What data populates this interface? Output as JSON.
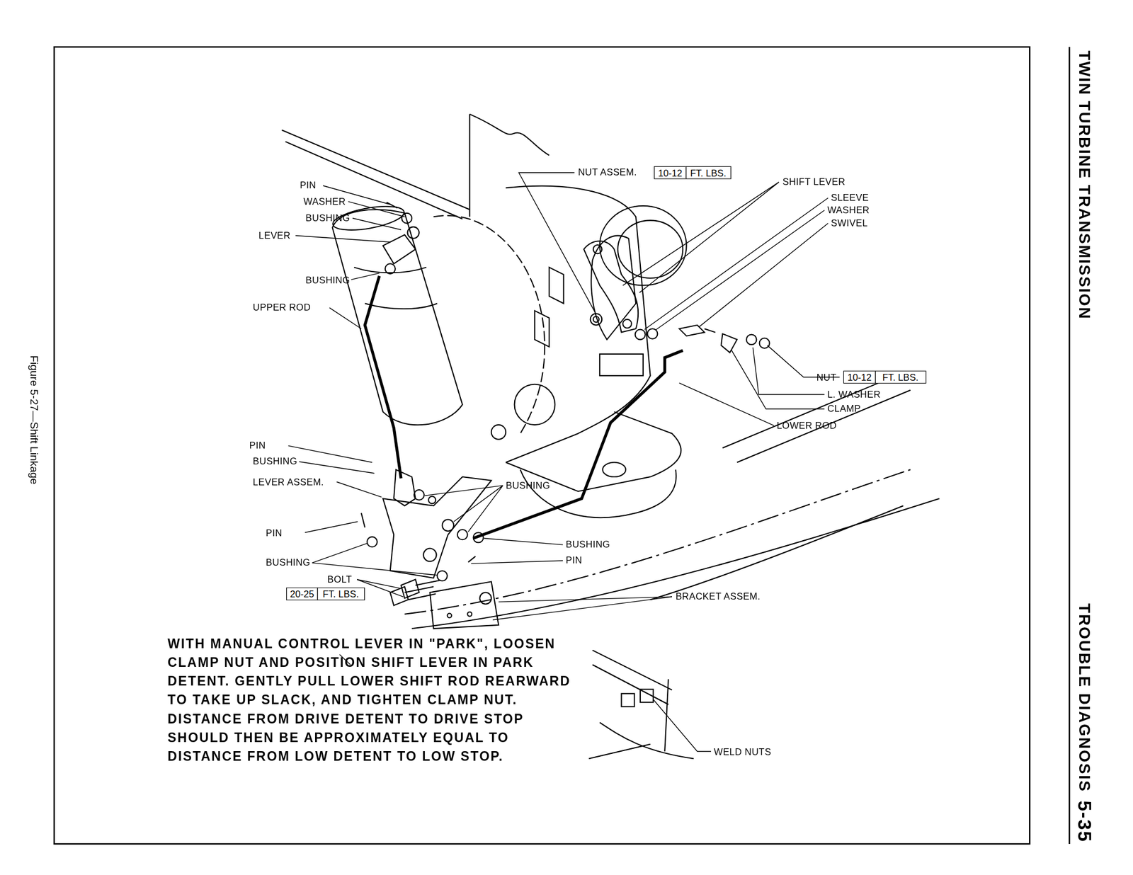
{
  "diagram": {
    "caption": "Figure 5-27—Shift Linkage",
    "nodes": [
      {
        "text": [
          "10-12"
        ]
      },
      {
        "text": [
          "FT. LBS."
        ]
      },
      {
        "text": [
          "10-12"
        ]
      },
      {
        "text": [
          "FT. LBS."
        ]
      },
      {
        "text": [
          "20-25"
        ]
      },
      {
        "text": [
          "FT. LBS."
        ]
      }
    ],
    "labels": [
      "TWIN TURBINE TRANSMISSION",
      "TROUBLE DIAGNOSIS",
      "5-35",
      "PIN",
      "WASHER",
      "BUSHING",
      "LEVER",
      "BUSHING",
      "UPPER ROD",
      "NUT ASSEM.",
      "SHIFT LEVER",
      "SLEEVE",
      "WASHER",
      "SWIVEL",
      "NUT",
      "L. WASHER",
      "CLAMP",
      "LOWER ROD",
      "PIN",
      "BUSHING",
      "LEVER ASSEM.",
      "BUSHING",
      "PIN",
      "BUSHING",
      "BUSHING",
      "PIN",
      "BOLT",
      "BRACKET ASSEM.",
      "WITH MANUAL CONTROL LEVER IN \"PARK\", LOOSEN CLAMP NUT AND POSITION SHIFT LEVER IN PARK DETENT. GENTLY PULL LOWER SHIFT ROD REARWARD TO TAKE UP SLACK, AND TIGHTEN CLAMP NUT. DISTANCE FROM DRIVE DETENT TO DRIVE STOP SHOULD THEN BE APPROXIMATELY EQUAL TO DISTANCE FROM LOW DETENT TO LOW STOP.",
      "WELD NUTS"
    ]
  }
}
